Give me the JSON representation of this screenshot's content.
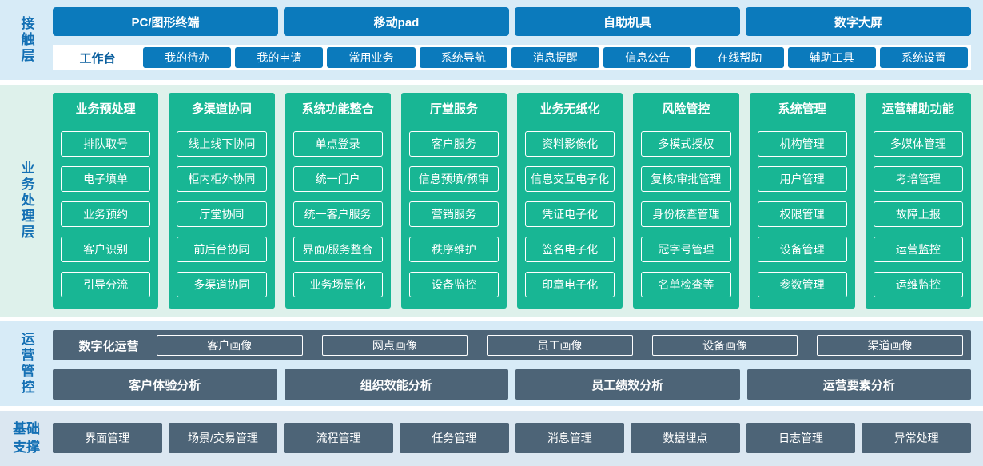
{
  "layers": {
    "contact": {
      "label": "接触层",
      "channels": [
        "PC/图形终端",
        "移动pad",
        "自助机具",
        "数字大屏"
      ],
      "workbench_label": "工作台",
      "workbench_items": [
        "我的待办",
        "我的申请",
        "常用业务",
        "系统导航",
        "消息提醒",
        "信息公告",
        "在线帮助",
        "辅助工具",
        "系统设置"
      ]
    },
    "business": {
      "label": "业务处理层",
      "columns": [
        {
          "title": "业务预处理",
          "items": [
            "排队取号",
            "电子填单",
            "业务预约",
            "客户识别",
            "引导分流"
          ]
        },
        {
          "title": "多渠道协同",
          "items": [
            "线上线下协同",
            "柜内柜外协同",
            "厅堂协同",
            "前后台协同",
            "多渠道协同"
          ]
        },
        {
          "title": "系统功能整合",
          "items": [
            "单点登录",
            "统一门户",
            "统一客户服务",
            "界面/服务整合",
            "业务场景化"
          ]
        },
        {
          "title": "厅堂服务",
          "items": [
            "客户服务",
            "信息预填/预审",
            "营销服务",
            "秩序维护",
            "设备监控"
          ]
        },
        {
          "title": "业务无纸化",
          "items": [
            "资料影像化",
            "信息交互电子化",
            "凭证电子化",
            "签名电子化",
            "印章电子化"
          ]
        },
        {
          "title": "风险管控",
          "items": [
            "多模式授权",
            "复核/审批管理",
            "身份核查管理",
            "冠字号管理",
            "名单检查等"
          ]
        },
        {
          "title": "系统管理",
          "items": [
            "机构管理",
            "用户管理",
            "权限管理",
            "设备管理",
            "参数管理"
          ]
        },
        {
          "title": "运营辅助功能",
          "items": [
            "多媒体管理",
            "考培管理",
            "故障上报",
            "运营监控",
            "运维监控"
          ]
        }
      ]
    },
    "operations": {
      "label": "运营管控",
      "digital_label": "数字化运营",
      "portraits": [
        "客户画像",
        "网点画像",
        "员工画像",
        "设备画像",
        "渠道画像"
      ],
      "analyses": [
        "客户体验分析",
        "组织效能分析",
        "员工绩效分析",
        "运营要素分析"
      ]
    },
    "foundation": {
      "label": "基础支撑",
      "items": [
        "界面管理",
        "场景/交易管理",
        "流程管理",
        "任务管理",
        "消息管理",
        "数据埋点",
        "日志管理",
        "异常处理"
      ]
    }
  },
  "colors": {
    "accent_blue": "#0b7abc",
    "accent_green": "#18b694",
    "accent_slate": "#4d6477",
    "band_blue_bg": "#d7ebf7",
    "band_green_bg": "#def1eb",
    "side_label_blue": "#1470b4"
  }
}
